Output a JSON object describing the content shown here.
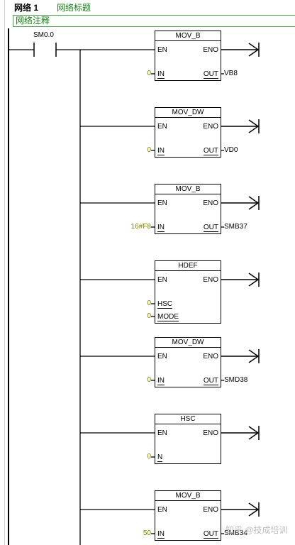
{
  "network": {
    "number": "网络 1",
    "title": "网络标题",
    "comment": "网络注释"
  },
  "contact": {
    "operand": "SM0.0"
  },
  "blocks": [
    {
      "name": "MOV_B",
      "en": "EN",
      "eno": "ENO",
      "inputs": [
        {
          "pin": "IN",
          "value": "0"
        }
      ],
      "out_pin": "OUT",
      "out_value": "VB8"
    },
    {
      "name": "MOV_DW",
      "en": "EN",
      "eno": "ENO",
      "inputs": [
        {
          "pin": "IN",
          "value": "0"
        }
      ],
      "out_pin": "OUT",
      "out_value": "VD0"
    },
    {
      "name": "MOV_B",
      "en": "EN",
      "eno": "ENO",
      "inputs": [
        {
          "pin": "IN",
          "value": "16#F8"
        }
      ],
      "out_pin": "OUT",
      "out_value": "SMB37"
    },
    {
      "name": "HDEF",
      "en": "EN",
      "eno": "ENO",
      "inputs": [
        {
          "pin": "HSC",
          "value": "0"
        },
        {
          "pin": "MODE",
          "value": "0"
        }
      ]
    },
    {
      "name": "MOV_DW",
      "en": "EN",
      "eno": "ENO",
      "inputs": [
        {
          "pin": "IN",
          "value": "0"
        }
      ],
      "out_pin": "OUT",
      "out_value": "SMD38"
    },
    {
      "name": "HSC",
      "en": "EN",
      "eno": "ENO",
      "inputs": [
        {
          "pin": "N",
          "value": "0"
        }
      ]
    },
    {
      "name": "MOV_B",
      "en": "EN",
      "eno": "ENO",
      "inputs": [
        {
          "pin": "IN",
          "value": "50"
        }
      ],
      "out_pin": "OUT",
      "out_value": "SMB34"
    }
  ],
  "watermark": "知乎 @技成培训"
}
